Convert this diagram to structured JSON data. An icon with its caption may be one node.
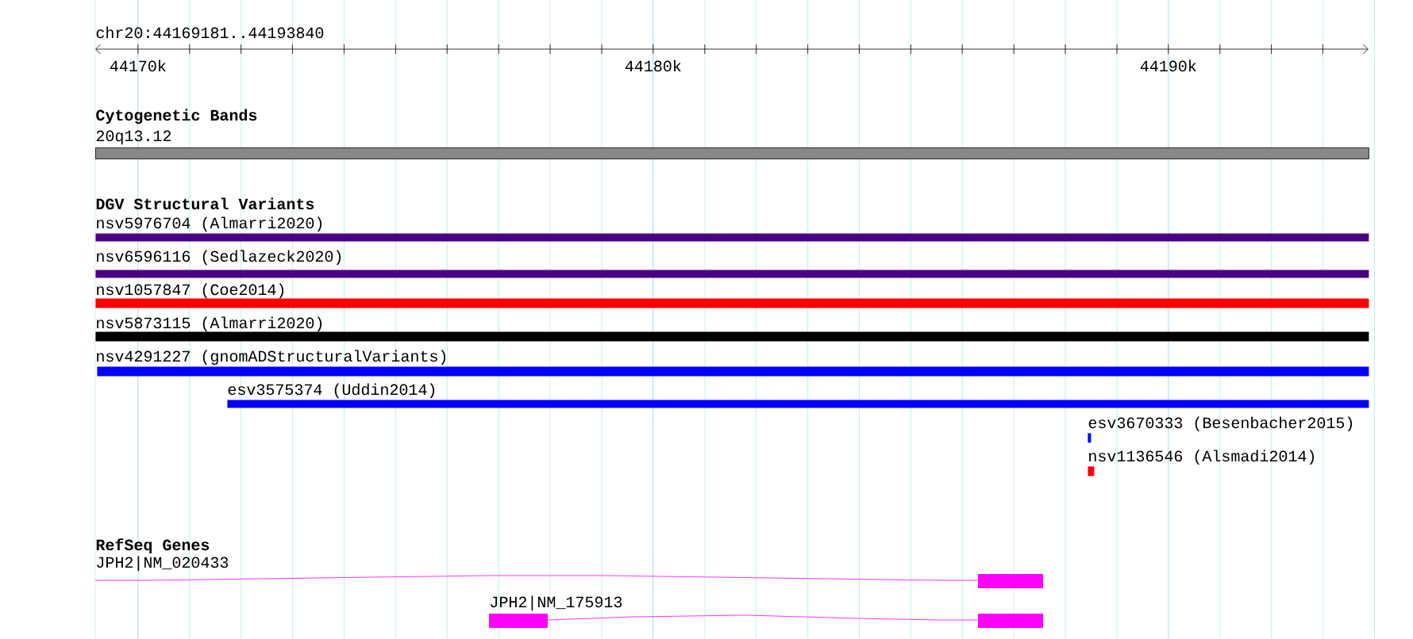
{
  "diagram": {
    "labels": [
      "chr20:44169181..44193840",
      "44170k",
      "44180k",
      "44190k",
      "Cytogenetic Bands",
      "DGV Structural Variants",
      "RefSeq Genes"
    ],
    "nodes": [
      {
        "text": [],
        "shape": "bar",
        "beside": [
          "20q13.12"
        ]
      },
      {
        "text": [],
        "shape": "bar",
        "beside": [
          "nsv5976704 (Almarri2020)"
        ]
      },
      {
        "text": [],
        "shape": "bar",
        "beside": [
          "nsv6596116 (Sedlazeck2020)"
        ]
      },
      {
        "text": [],
        "shape": "bar",
        "beside": [
          "nsv1057847 (Coe2014)"
        ]
      },
      {
        "text": [],
        "shape": "bar",
        "beside": [
          "nsv5873115 (Almarri2020)"
        ]
      },
      {
        "text": [],
        "shape": "bar",
        "beside": [
          "nsv4291227 (gnomADStructuralVariants)"
        ]
      },
      {
        "text": [],
        "shape": "bar",
        "beside": [
          "esv3575374 (Uddin2014)"
        ]
      },
      {
        "text": [],
        "shape": "bar",
        "beside": [
          "esv3670333 (Besenbacher2015)"
        ]
      },
      {
        "text": [],
        "shape": "bar",
        "beside": [
          "nsv1136546 (Alsmadi2014)"
        ]
      },
      {
        "text": [],
        "shape": "bar",
        "beside": [
          "JPH2|NM_020433"
        ]
      },
      {
        "text": [],
        "shape": "bar",
        "beside": [
          "JPH2|NM_175913"
        ]
      }
    ]
  }
}
